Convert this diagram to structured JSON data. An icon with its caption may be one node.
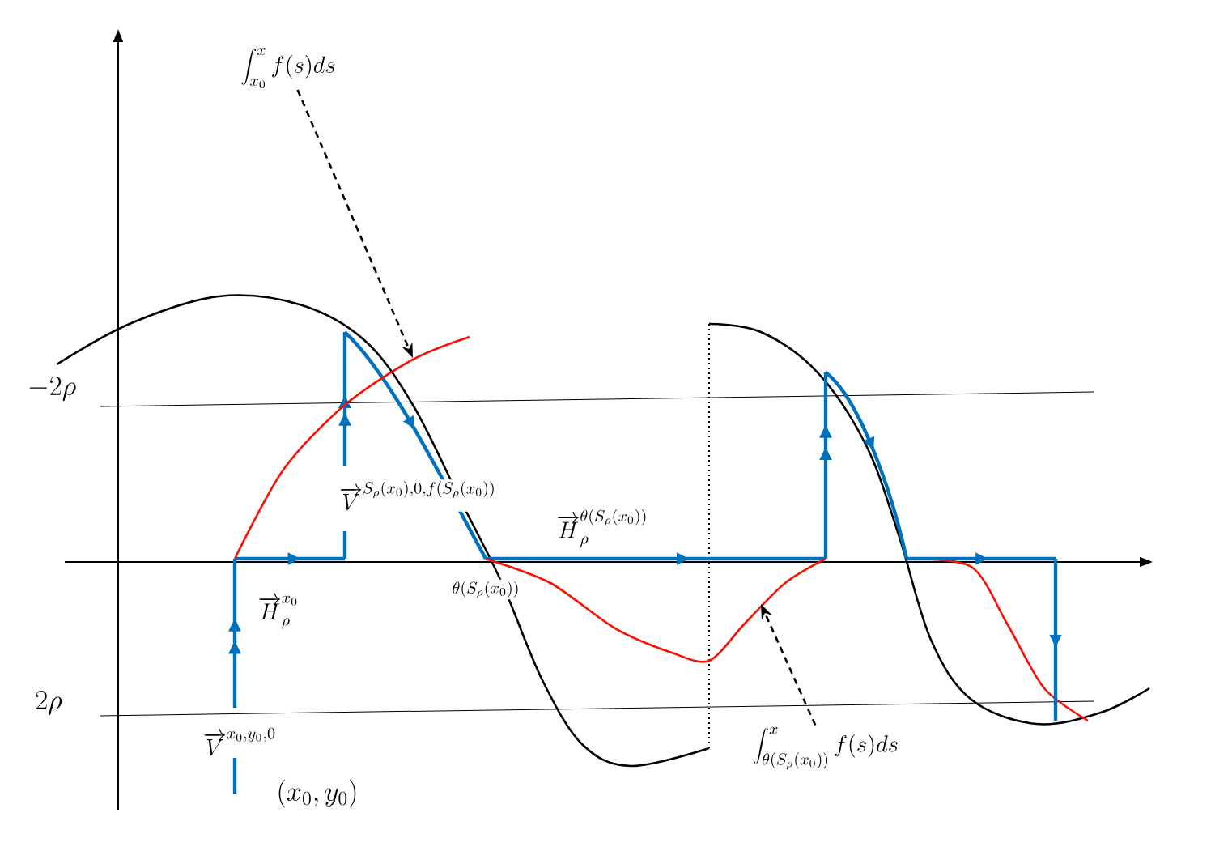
{
  "diagram": {
    "nodes": [
      {
        "text": [
          "\\int_{x_0}^{x} f(s)ds"
        ]
      },
      {
        "text": [
          "\\int_{\\theta(S_\\rho(x_0))}^{x} f(s)ds"
        ]
      },
      {
        "text": [],
        "shape": "curve"
      },
      {
        "text": [],
        "shape": "curve"
      }
    ],
    "edges": [
      {
        "from": 0,
        "to": 2,
        "arrow": "to",
        "style": "dashed"
      },
      {
        "from": 1,
        "to": 3,
        "arrow": "to",
        "style": "dashed"
      }
    ],
    "labels": [
      "-2\\rho",
      "2\\rho",
      "\\overrightarrow{V}^{S_\\rho(x_0),0,f(S_\\rho(x_0))}",
      "\\overrightarrow{H}_\\rho^{\\theta(S_\\rho(x_0))}",
      "\\overrightarrow{H}_\\rho^{x_0}",
      "\\theta(S_\\rho(x_0))",
      "\\overrightarrow{V}^{x_0,y_0,0}",
      "(x_0,y_0)"
    ]
  }
}
